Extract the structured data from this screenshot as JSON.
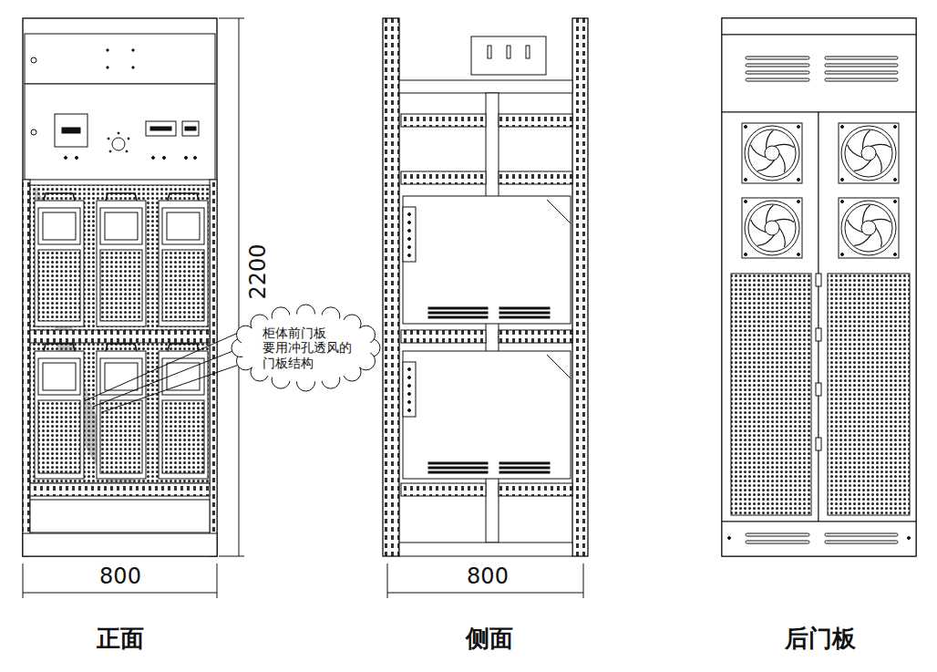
{
  "diagram": {
    "nodes": [
      {
        "text": [
          "柜体前门板 要用冲孔透风的 门板结构"
        ]
      }
    ],
    "labels": [
      "2200",
      "800",
      "800",
      "正面",
      "侧面",
      "后门板"
    ]
  }
}
